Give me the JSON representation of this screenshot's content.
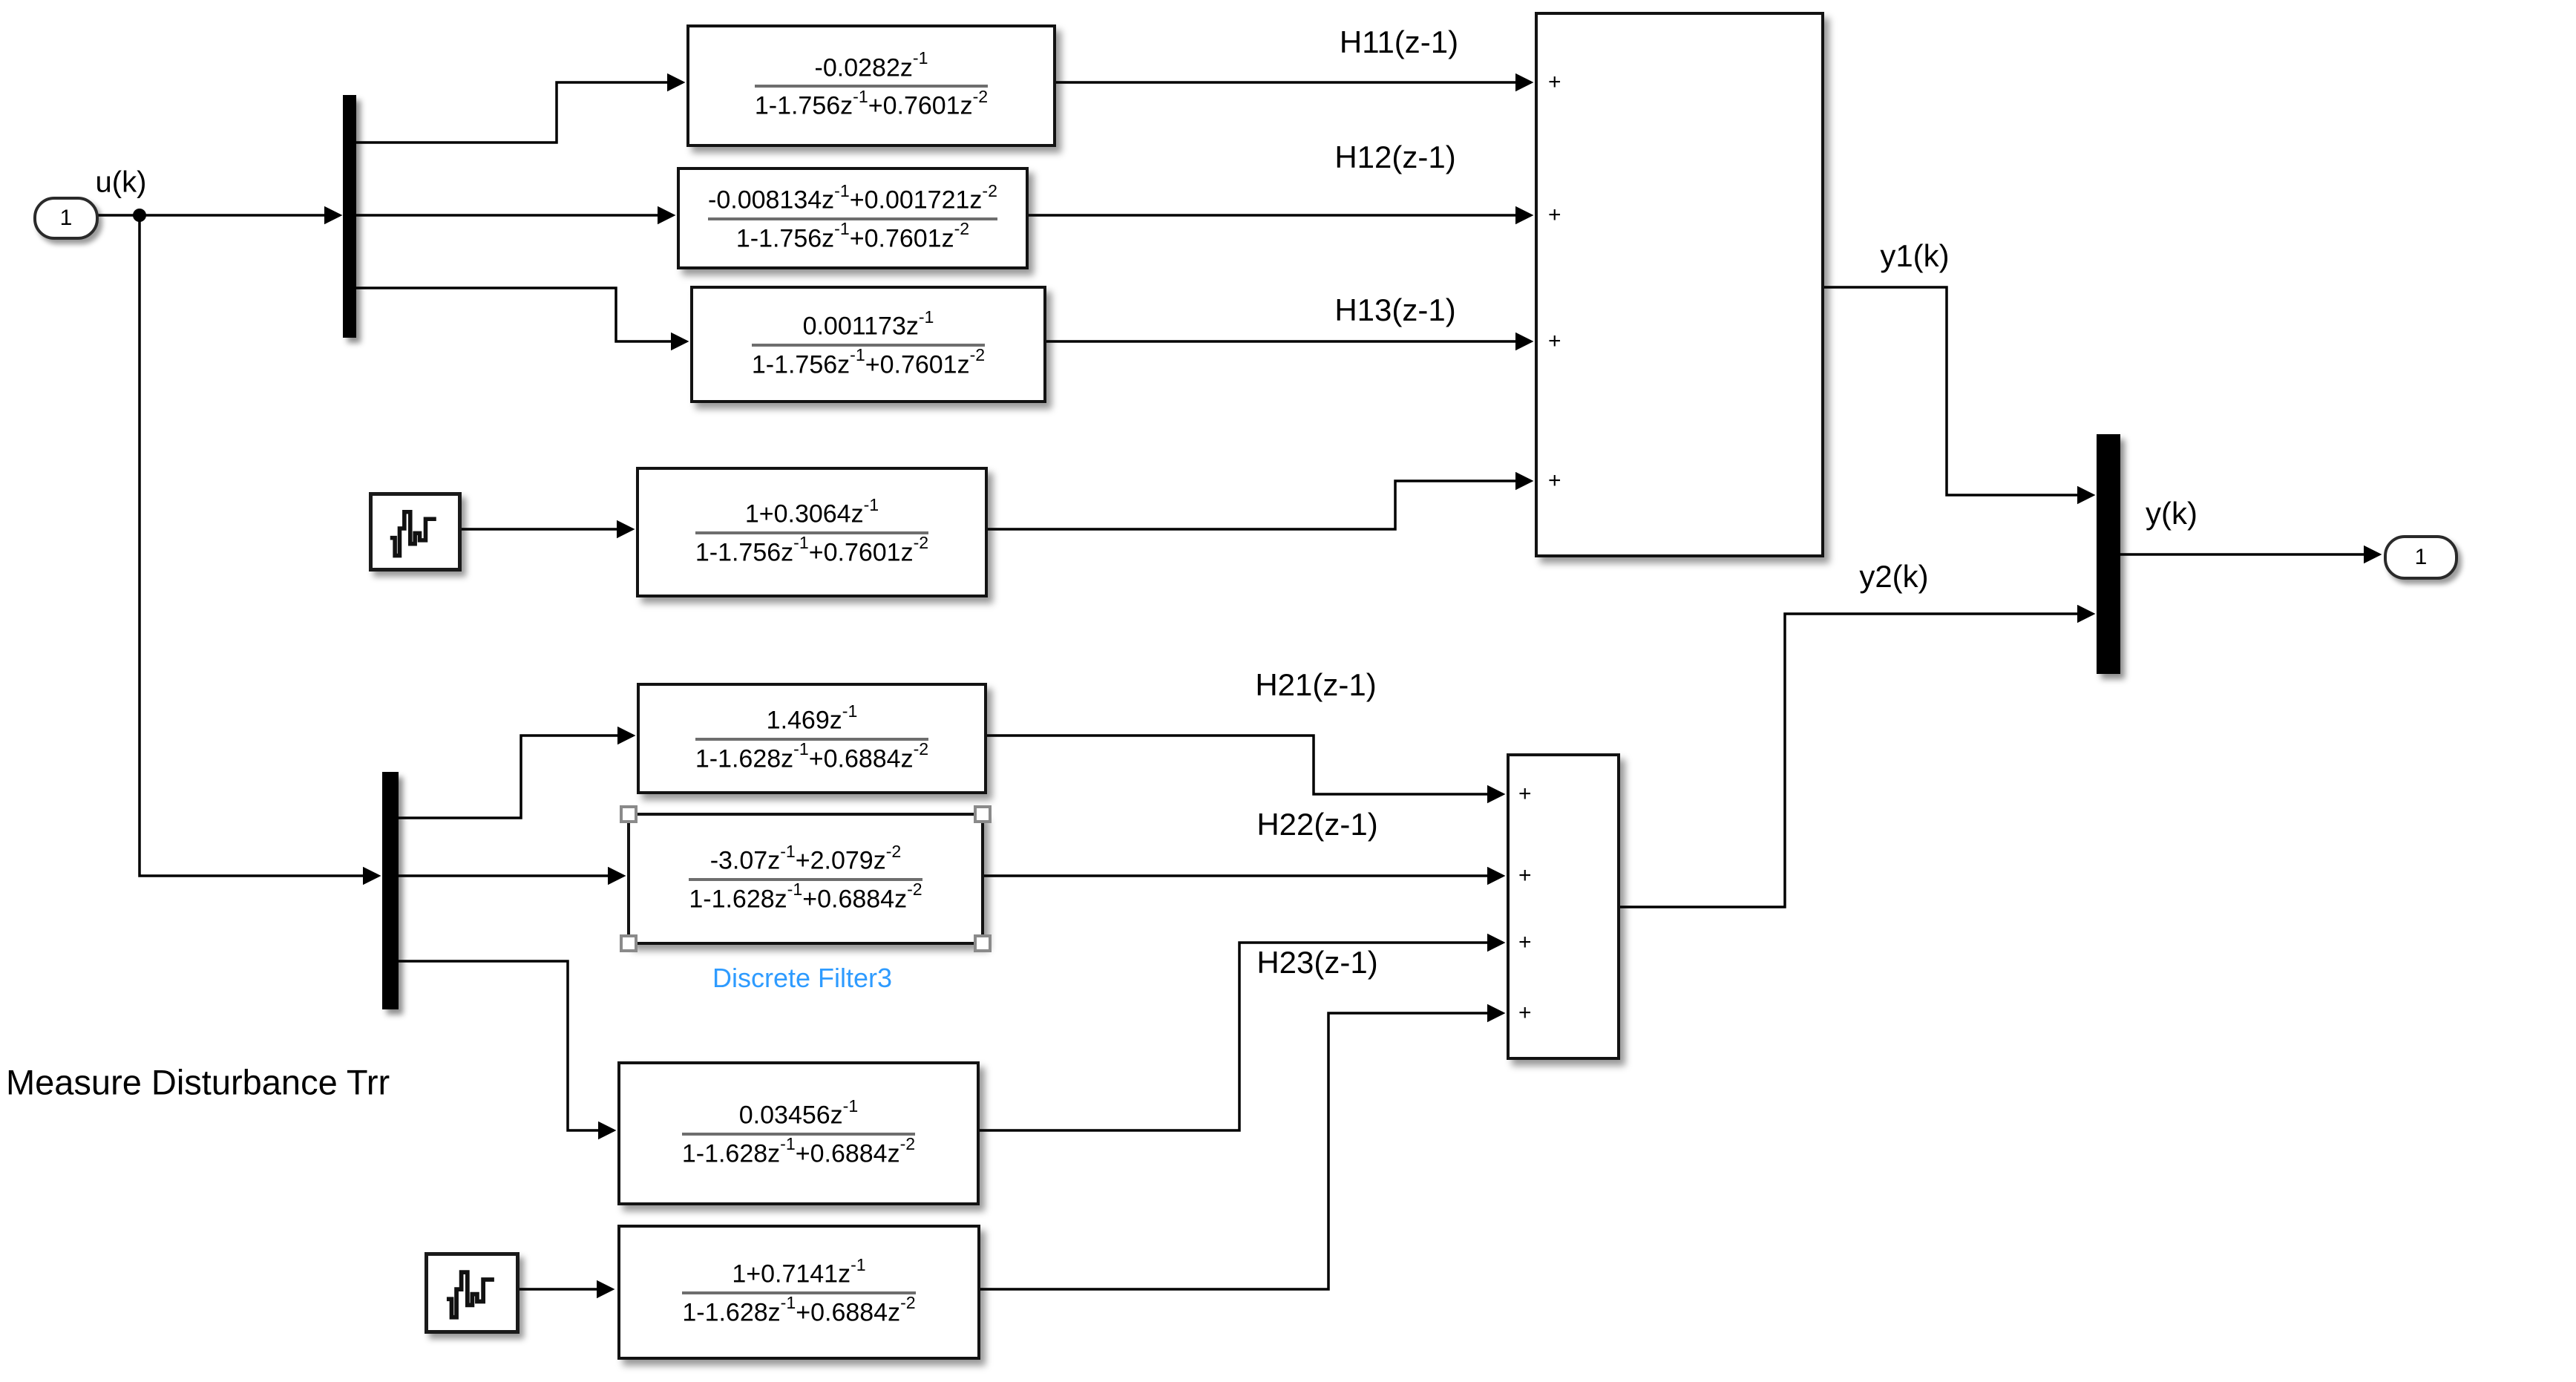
{
  "diagram": {
    "ports": {
      "input_label": "1",
      "output_label": "1"
    },
    "annotations": {
      "input_signal": "u(k)",
      "h11": "H11(z-1)",
      "h12": "H12(z-1)",
      "h13": "H13(z-1)",
      "h21": "H21(z-1)",
      "h22": "H22(z-1)",
      "h23": "H23(z-1)",
      "y1": "y1(k)",
      "y2": "y2(k)",
      "y": "y(k)",
      "measure_disturbance": "Measure Disturbance Trr",
      "selected_block_name": "Discrete Filter3"
    },
    "sum": {
      "plus": "+"
    },
    "blocks": [
      {
        "name": "discrete-filter-h11",
        "num": "-0.0282z^-1",
        "den": "1-1.756z^-1+0.7601z^-2"
      },
      {
        "name": "discrete-filter-h12",
        "num": "-0.008134z^-1+0.001721z^-2",
        "den": "1-1.756z^-1+0.7601z^-2"
      },
      {
        "name": "discrete-filter-h13",
        "num": "0.001173z^-1",
        "den": "1-1.756z^-1+0.7601z^-2"
      },
      {
        "name": "noise-filter-1",
        "num": "1+0.3064z^-1",
        "den": "1-1.756z^-1+0.7601z^-2"
      },
      {
        "name": "discrete-filter-h21",
        "num": "1.469z^-1",
        "den": "1-1.628z^-1+0.6884z^-2"
      },
      {
        "name": "discrete-filter-h22",
        "num": "-3.07z^-1+2.079z^-2",
        "den": "1-1.628z^-1+0.6884z^-2"
      },
      {
        "name": "discrete-filter-h23",
        "num": "0.03456z^-1",
        "den": "1-1.628z^-1+0.6884z^-2"
      },
      {
        "name": "noise-filter-2",
        "num": "1+0.7141z^-1",
        "den": "1-1.628z^-1+0.6884z^-2"
      }
    ],
    "colors": {
      "selected_label": "#2e9bff",
      "wire": "#000000",
      "fraction_bar": "#6e6e6e"
    }
  }
}
